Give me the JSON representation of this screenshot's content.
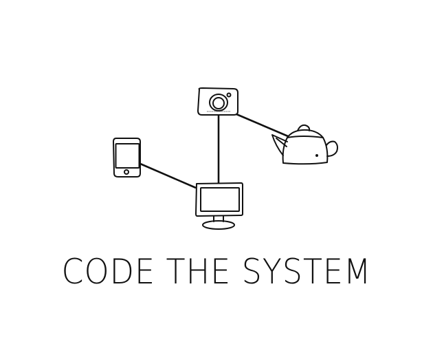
{
  "title": "CODE THE SYSTEM",
  "nodes": [
    {
      "icon": "camera-icon"
    },
    {
      "icon": "smartphone-icon"
    },
    {
      "icon": "monitor-icon"
    },
    {
      "icon": "teapot-icon"
    }
  ],
  "edges": [
    [
      "camera",
      "monitor"
    ],
    [
      "camera",
      "teapot"
    ],
    [
      "smartphone",
      "monitor"
    ]
  ],
  "colors": {
    "ink": "#111111",
    "background": "#ffffff"
  }
}
